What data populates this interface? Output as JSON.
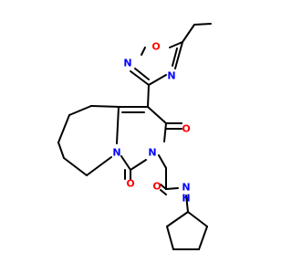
{
  "structure": {
    "atom_labels": {
      "oxadiazole_o": "O",
      "oxadiazole_n_upper": "N",
      "oxadiazole_n_lower": "N",
      "carbonyl_o_top": "O",
      "ring_n_amide": "N",
      "ring_n_bridge": "N",
      "carbonyl_o_bottom": "O",
      "acetamide_o": "O",
      "amide_nh": "N",
      "amide_h": "H"
    },
    "colors": {
      "oxygen": "#ff0000",
      "nitrogen": "#0000ff",
      "bond": "#000000"
    }
  }
}
